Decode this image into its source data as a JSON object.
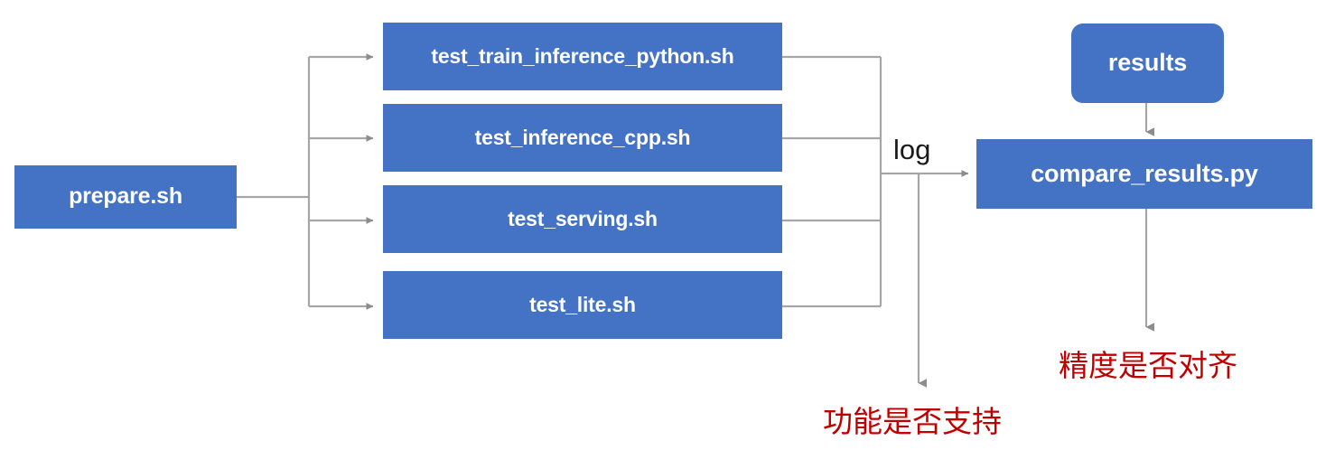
{
  "diagram": {
    "title": "PaddlePaddle TIPC test pipeline flowchart",
    "colors": {
      "node_fill": "#4472C4",
      "node_text": "#FFFFFF",
      "connector": "#A6A6A6",
      "annotation_red": "#C00000",
      "label_text": "#1A1A1A",
      "background": "#FFFFFF"
    },
    "nodes": {
      "prepare": {
        "label": "prepare.sh"
      },
      "test_train_inference_python": {
        "label": "test_train_inference_python.sh"
      },
      "test_inference_cpp": {
        "label": "test_inference_cpp.sh"
      },
      "test_serving": {
        "label": "test_serving.sh"
      },
      "test_lite": {
        "label": "test_lite.sh"
      },
      "results": {
        "label": "results"
      },
      "compare_results": {
        "label": "compare_results.py"
      }
    },
    "edge_labels": {
      "log": "log"
    },
    "annotations": {
      "function_support": "功能是否支持",
      "precision_alignment": "精度是否对齐"
    }
  }
}
